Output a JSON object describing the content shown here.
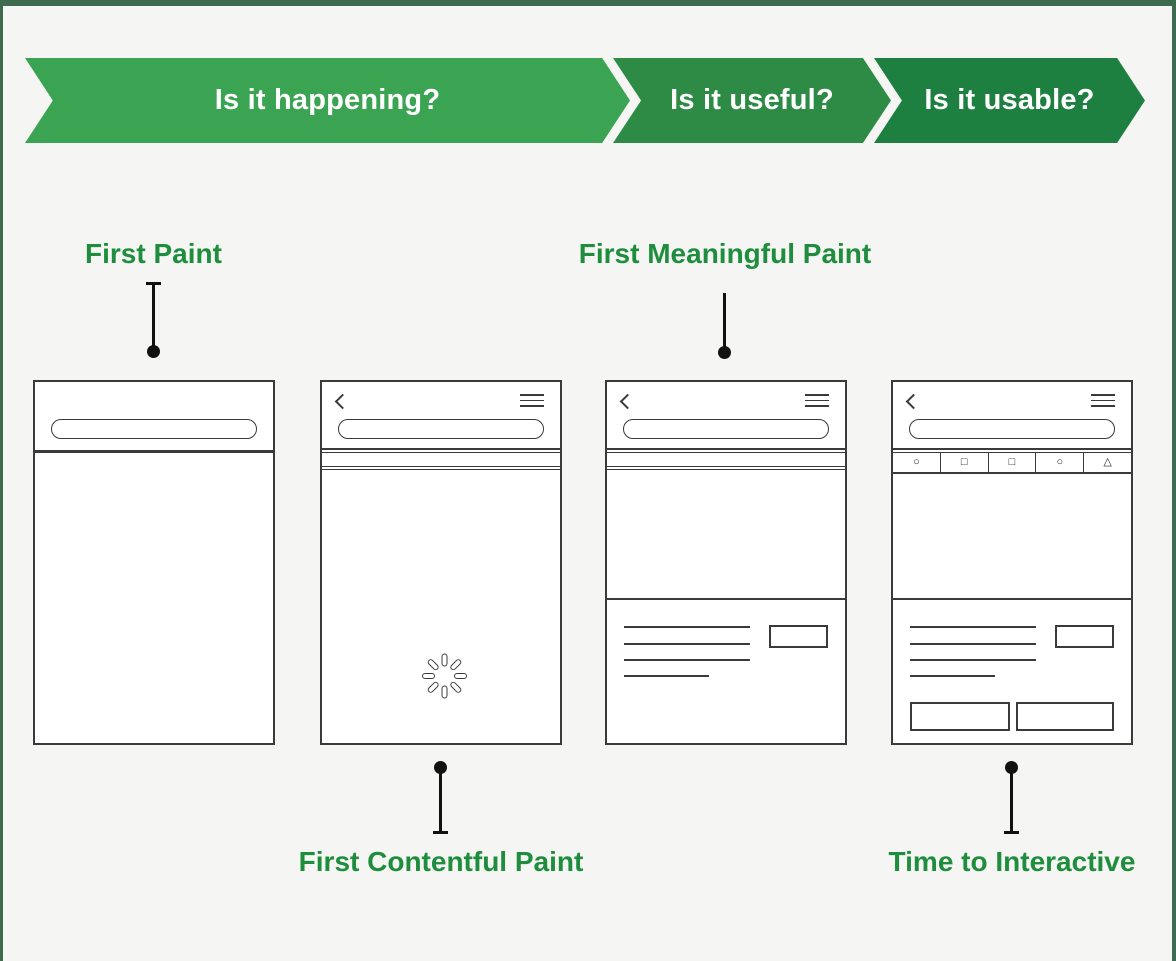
{
  "banner": {
    "segments": [
      {
        "label": "Is it happening?",
        "color": "#3aa452"
      },
      {
        "label": "Is it useful?",
        "color": "#2e8b45"
      },
      {
        "label": "Is it usable?",
        "color": "#1e8040"
      }
    ]
  },
  "metrics": {
    "first_paint": {
      "label": "First Paint"
    },
    "first_contentful_paint": {
      "label": "First Contentful Paint"
    },
    "first_meaningful_paint": {
      "label": "First Meaningful Paint"
    },
    "time_to_interactive": {
      "label": "Time to Interactive"
    }
  },
  "phone4_tabs": [
    {
      "name": "circle",
      "glyph": "○"
    },
    {
      "name": "square",
      "glyph": "□"
    },
    {
      "name": "square",
      "glyph": "□"
    },
    {
      "name": "circle",
      "glyph": "○"
    },
    {
      "name": "triangle",
      "glyph": "△"
    }
  ],
  "colors": {
    "background": "#f5f5f3",
    "frame_border": "#3e6b4e",
    "label_green": "#1e8e3e",
    "wireframe_stroke": "#3a3a3a",
    "banner_text": "#ffffff",
    "marker": "#111111"
  }
}
